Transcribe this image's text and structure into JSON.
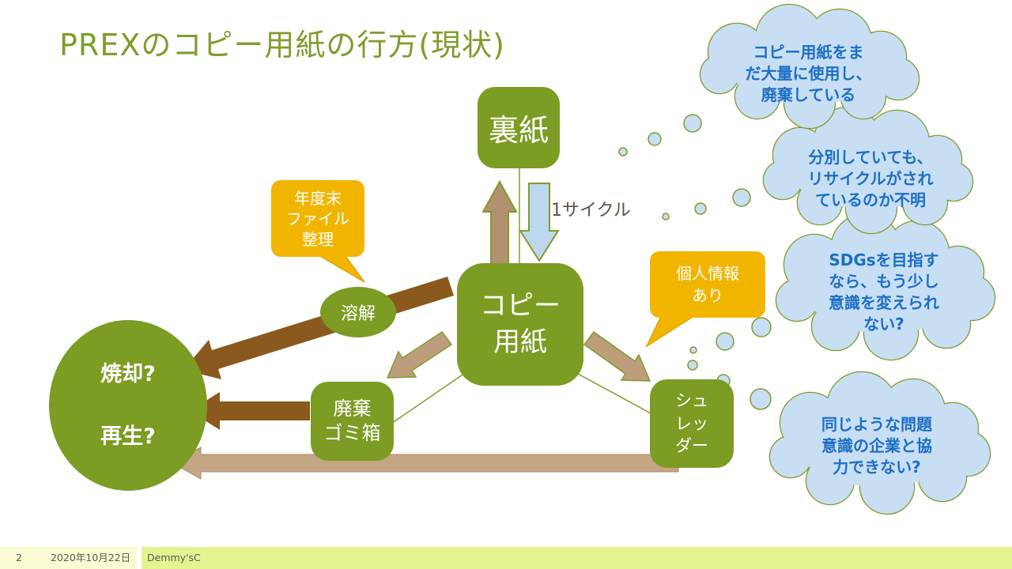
{
  "title": "PREXのコピー用紙の行方(現状)",
  "nodes": {
    "backing_paper": {
      "label": "裏紙"
    },
    "copy_paper": {
      "label": "コピー\n用紙"
    },
    "waste_bin": {
      "label": "廃棄\nゴミ箱"
    },
    "shredder": {
      "label": "シュ\nレッ\nダー"
    },
    "incinerate_recycle": {
      "label": "焼却?\n\n再生?"
    },
    "dissolve": {
      "label": "溶解"
    }
  },
  "labels": {
    "cycle": "1サイクル"
  },
  "callouts": {
    "year_end": {
      "label": "年度末\nファイル\n整理"
    },
    "personal_info": {
      "label": "個人情報\nあり"
    }
  },
  "clouds": [
    {
      "text": "コピー用紙をま\nだ大量に使用し、\n廃棄している"
    },
    {
      "text": "分別していても、\nリサイクルがされ\nているのか不明"
    },
    {
      "text": "SDGsを目指す\nなら、もう少し\n意識を変えられ\nない?"
    },
    {
      "text": "同じような問題\n意識の企業と協\n力できない?"
    }
  ],
  "footer": {
    "page": "2",
    "date": "2020年10月22日",
    "author": "Demmy'sC"
  },
  "colors": {
    "node_green": "#7D9C23",
    "title_green": "#7E9D2E",
    "arrow_brown": "#8A591D",
    "arrow_tan": "#BE9D7C",
    "arrow_blue": "#BDD7EE",
    "cloud_fill": "#C8DEF3",
    "cloud_text_blue": "#1C6FC4",
    "callout_yellow": "#F1B500",
    "footer_left": "#FAFBD2",
    "footer_right": "#E6F391"
  }
}
